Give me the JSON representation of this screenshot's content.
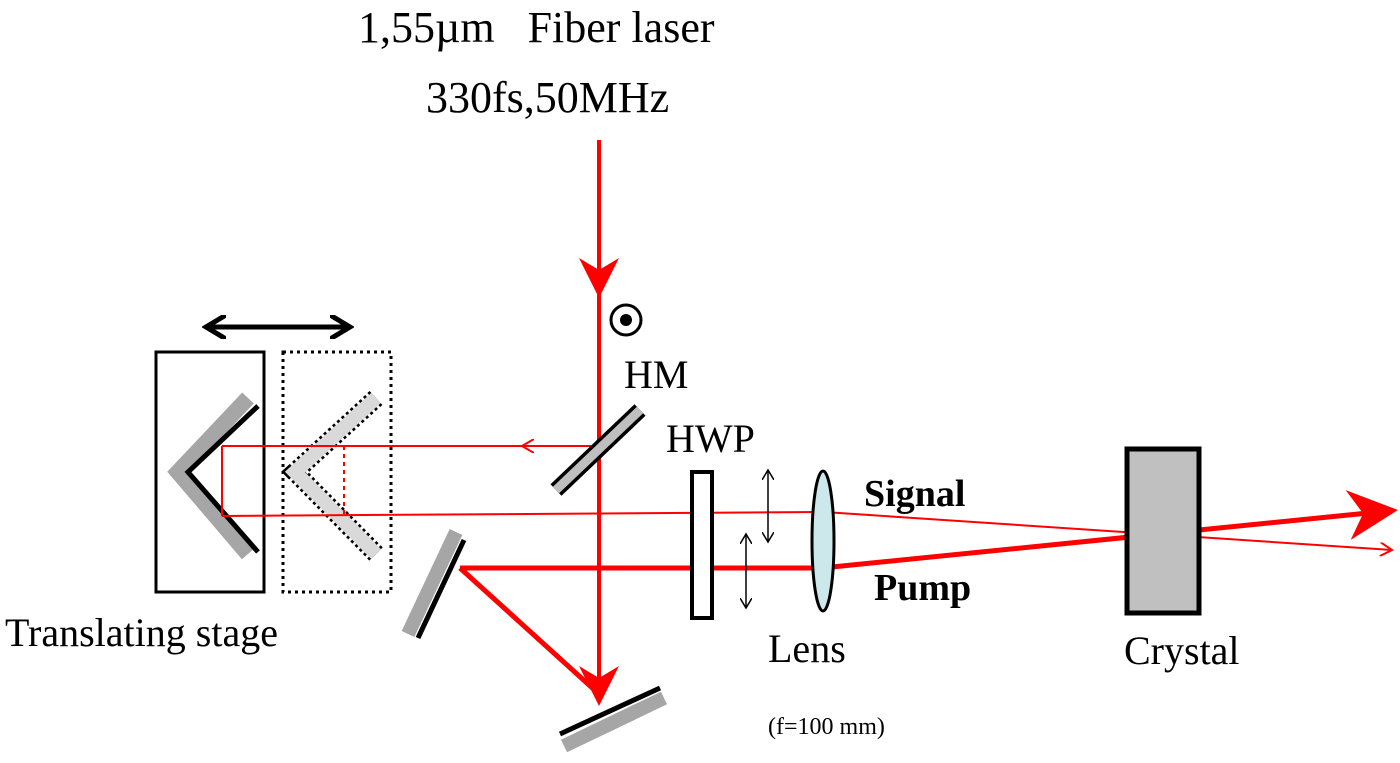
{
  "labels": {
    "laser_line1": "1,55µm   Fiber laser",
    "laser_line2": "330fs,50MHz",
    "hm": "HM",
    "hwp": "HWP",
    "signal": "Signal",
    "pump": "Pump",
    "lens": "Lens",
    "focal_length": "(f=100 mm)",
    "crystal": "Crystal",
    "stage": "Translating stage"
  },
  "colors": {
    "beam": "#ff0000",
    "mirror_face": "#000000",
    "mirror_back": "#a6a6a6",
    "lens_fill": "#cde8ea",
    "crystal_fill": "#c0c0c0",
    "stage_ghost": "#d9d9d9"
  },
  "icons": {
    "polarization": "polarization-out-of-plane-icon",
    "stage_motion": "double-arrow-icon",
    "hwp_axis": "double-arrow-icon"
  }
}
